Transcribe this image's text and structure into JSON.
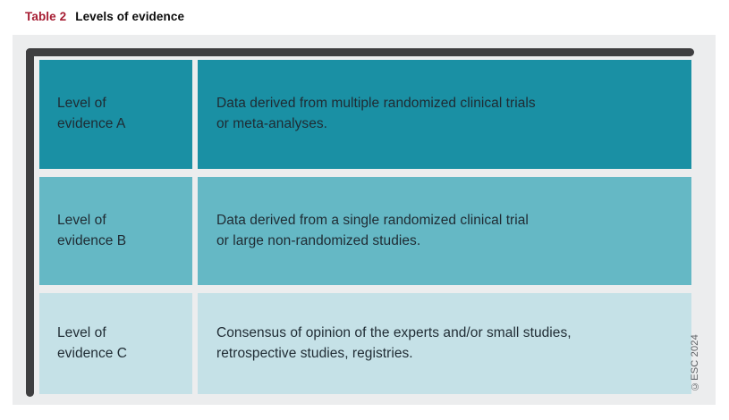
{
  "caption": {
    "number": "Table 2",
    "title": "Levels of evidence"
  },
  "table": {
    "rows": [
      {
        "level_line1": "Level of",
        "level_line2": "evidence A",
        "desc_line1": "Data derived from multiple randomized clinical trials",
        "desc_line2": "or meta-analyses.",
        "color": "#1a90a4"
      },
      {
        "level_line1": "Level of",
        "level_line2": "evidence B",
        "desc_line1": "Data derived from a single randomized clinical trial",
        "desc_line2": "or large non-randomized studies.",
        "color": "#65b8c5"
      },
      {
        "level_line1": "Level of",
        "level_line2": "evidence C",
        "desc_line1": "Consensus of opinion of the experts and/or small studies,",
        "desc_line2": "retrospective studies, registries.",
        "color": "#c5e1e7"
      }
    ]
  },
  "copyright": "©ESC 2024",
  "colors": {
    "caption_number": "#A61C32",
    "caption_title": "#0c0c0c",
    "panel_background": "#ecedee",
    "bracket": "#3e3e40",
    "text": "#1f2b33",
    "copyright_text": "#5b5f63"
  }
}
